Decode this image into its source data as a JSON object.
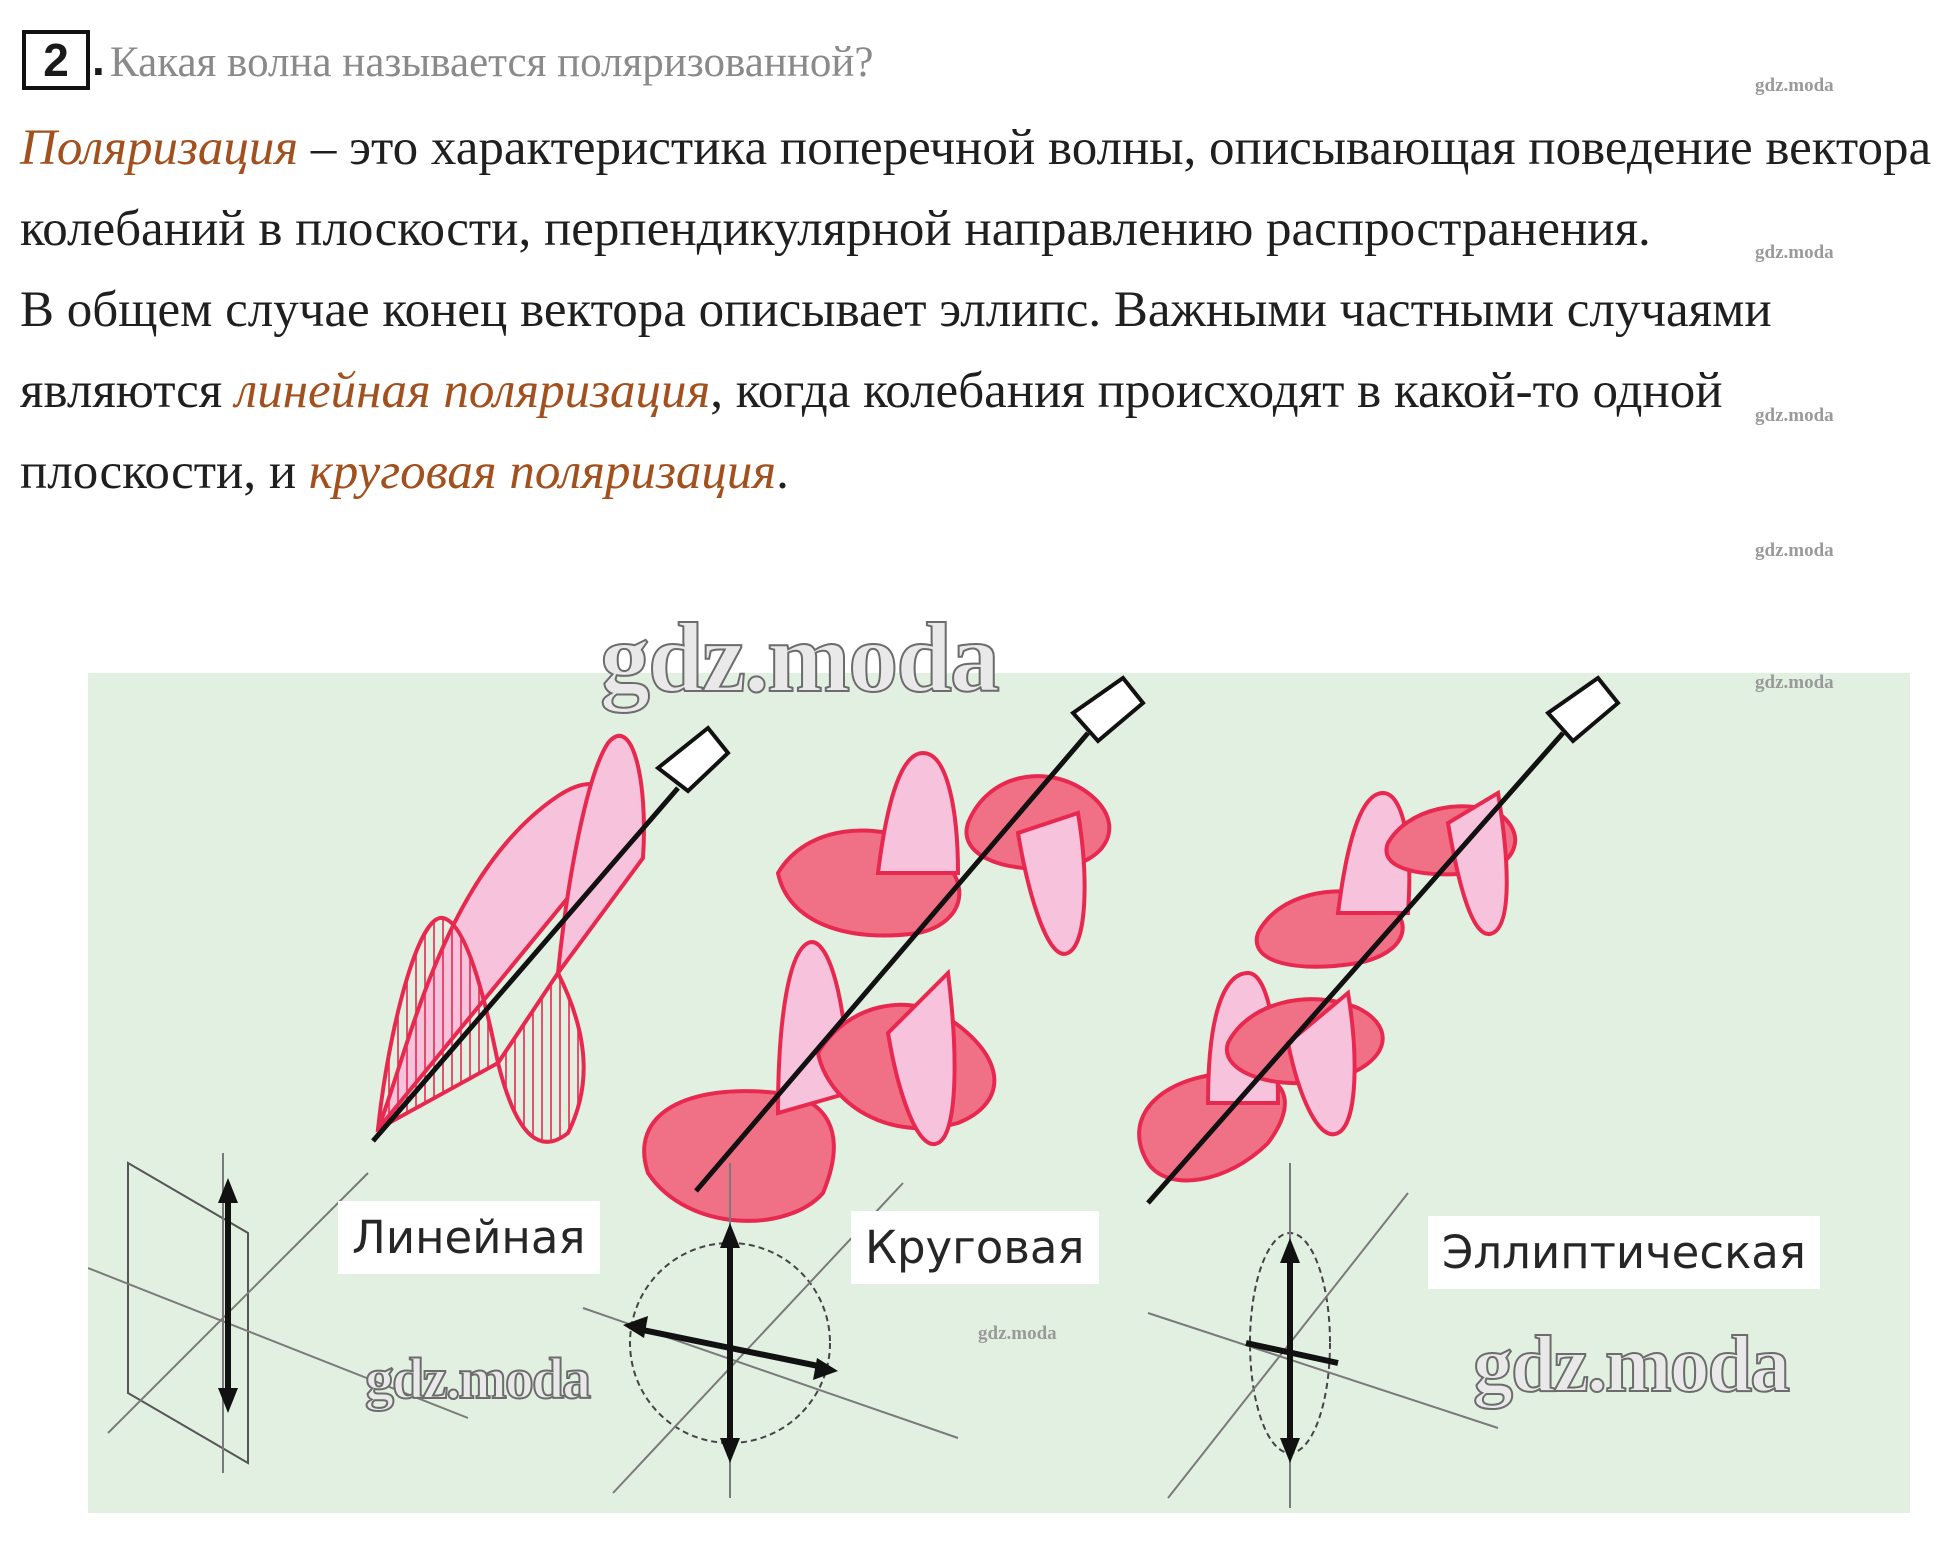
{
  "question": {
    "number": "2",
    "text": "Какая волна называется поляризованной?"
  },
  "answer": {
    "paragraph1": {
      "term": "Поляризация",
      "rest": " – это характеристика поперечной волны, описывающая поведение вектора колебаний в плоскости, перпендикулярной направлению распространения."
    },
    "paragraph2": {
      "part1": "В общем случае конец вектора описывает эллипс. Важными частными случаями являются ",
      "term1": "линейная поляризация",
      "part2": ", когда колебания происходят в какой-то одной плоскости, и ",
      "term2": "круговая поляризация",
      "part3": "."
    }
  },
  "figure": {
    "labels": {
      "linear": "Линейная",
      "circular": "Круговая",
      "elliptical": "Эллиптическая"
    },
    "colors": {
      "background": "#e2f0e1",
      "wave_stroke": "#e8294f",
      "wave_fill_light": "#f6c2dc",
      "wave_fill_dark": "#f07086",
      "axis": "#111111"
    }
  },
  "watermarks": {
    "small": "gdz.moda",
    "big": "gdz.moda"
  }
}
